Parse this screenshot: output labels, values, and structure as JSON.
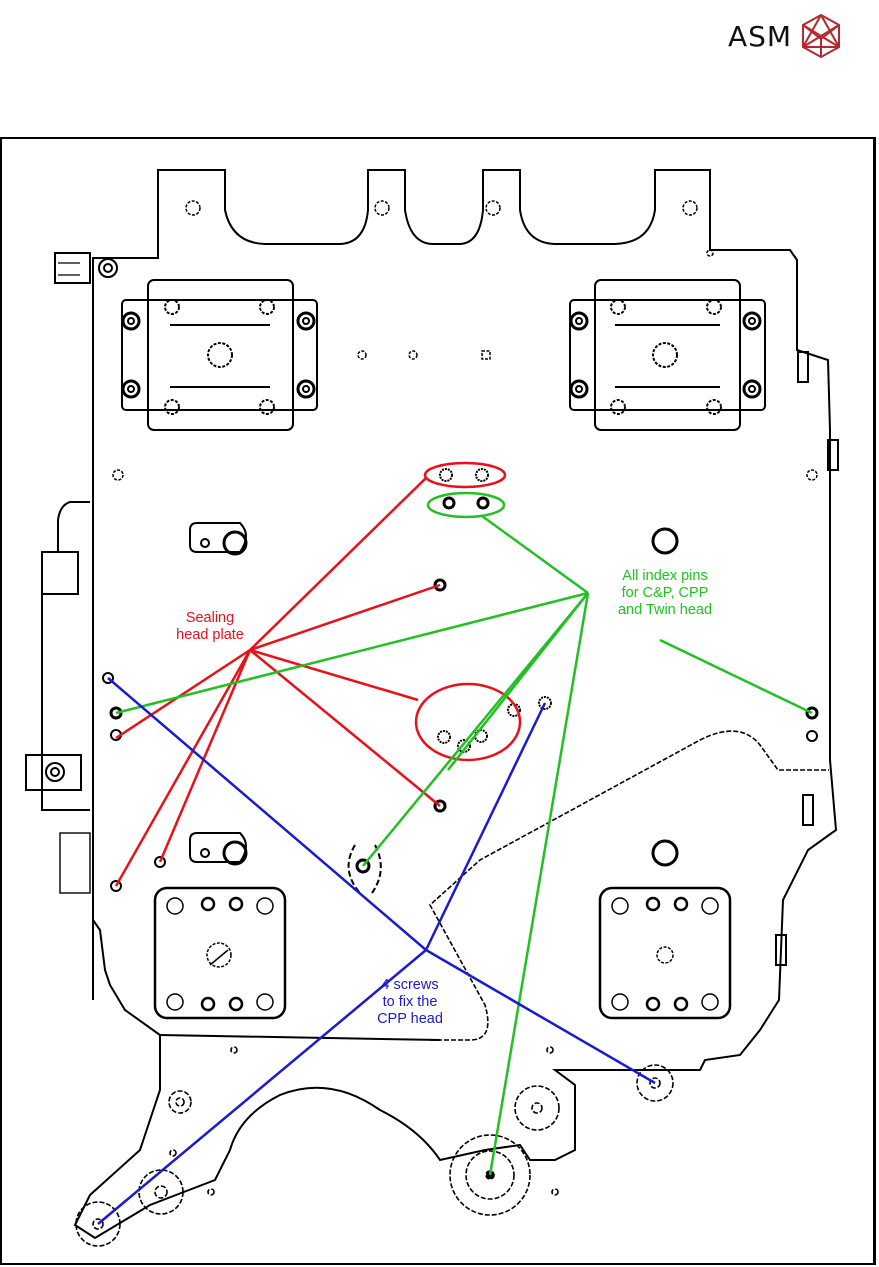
{
  "header": {
    "brand_text": "ASM",
    "logo_icon": "asm-hexagon-logo-icon",
    "logo_color": "#b5282e"
  },
  "drawing": {
    "subject": "Plate technical drawing with annotated callouts",
    "line_color": "#000000"
  },
  "annotations": [
    {
      "id": "sealing-head-plate",
      "lines": [
        "Sealing",
        "head plate"
      ],
      "color": "#e8101a",
      "leader_count": 7
    },
    {
      "id": "index-pins",
      "lines": [
        "All index pins",
        "for C&P, CPP",
        "and Twin head"
      ],
      "color": "#22c022",
      "leader_count": 6
    },
    {
      "id": "cpp-screws",
      "lines": [
        "4 screws",
        "to fix the",
        "CPP head"
      ],
      "color": "#1a1ad0",
      "leader_count": 4
    }
  ]
}
